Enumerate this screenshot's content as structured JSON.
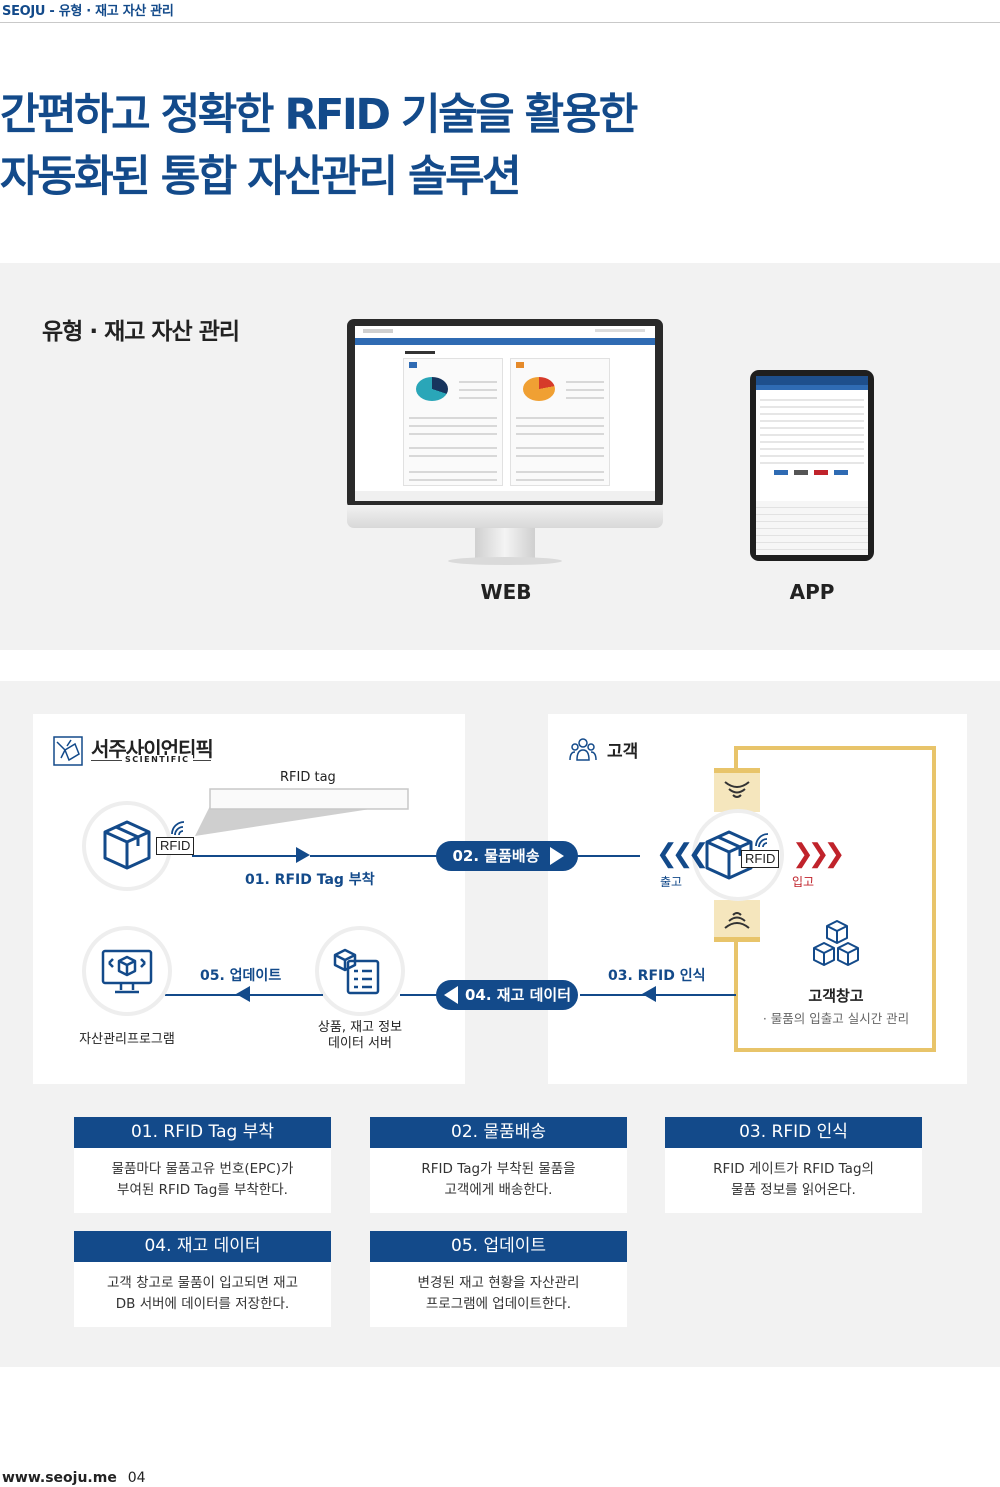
{
  "header": {
    "label": "SEOJU - 유형 · 재고 자산 관리",
    "headline_line1": "간편하고 정확한 RFID 기술을 활용한",
    "headline_line2": "자동화된 통합 자산관리 솔루션"
  },
  "devices": {
    "section_title": "유형 · 재고 자산 관리",
    "web_label": "WEB",
    "app_label": "APP"
  },
  "flow": {
    "company_name": "서주사이언티픽",
    "company_sub": "SCIENTIFIC",
    "customer_label": "고객",
    "rfid_tag_label": "RFID tag",
    "rfid_badge": "RFID",
    "step1_label": "01. RFID Tag 부착",
    "step2_label": "02. 물품배송",
    "step3_label": "03. RFID 인식",
    "step4_label": "04. 재고 데이터",
    "step5_label": "05. 업데이트",
    "out_label": "출고",
    "in_label": "입고",
    "warehouse_title": "고객창고",
    "warehouse_desc": "· 물품의 입출고 실시간 관리",
    "server_line1": "상품, 재고 정보",
    "server_line2": "데이터 서버",
    "program_label": "자산관리프로그램"
  },
  "steps": [
    {
      "title": "01. RFID Tag 부착",
      "line1": "물품마다 물품고유 번호(EPC)가",
      "line2": "부여된 RFID Tag를 부착한다."
    },
    {
      "title": "02. 물품배송",
      "line1": "RFID Tag가 부착된 물품을",
      "line2": "고객에게 배송한다."
    },
    {
      "title": "03. RFID 인식",
      "line1": "RFID 게이트가 RFID Tag의",
      "line2": "물품 정보를 읽어온다."
    },
    {
      "title": "04. 재고 데이터",
      "line1": "고객 창고로 물품이 입고되면 재고",
      "line2": "DB 서버에 데이터를 저장한다."
    },
    {
      "title": "05. 업데이트",
      "line1": "변경된 재고 현황을 자산관리",
      "line2": "프로그램에 업데이트한다."
    }
  ],
  "footer": {
    "url": "www.seoju.me",
    "page": "04"
  },
  "colors": {
    "brand_navy": "#134a8a",
    "gate_gold": "#e8c46a",
    "in_red": "#c0232b",
    "section_bg": "#f2f2f2"
  },
  "icons": [
    "box-icon",
    "wifi-signal-icon",
    "monitor-icon",
    "server-list-icon",
    "customer-group-icon",
    "stacked-boxes-icon",
    "chevron-left-icon",
    "chevron-right-icon",
    "company-logo-icon"
  ]
}
